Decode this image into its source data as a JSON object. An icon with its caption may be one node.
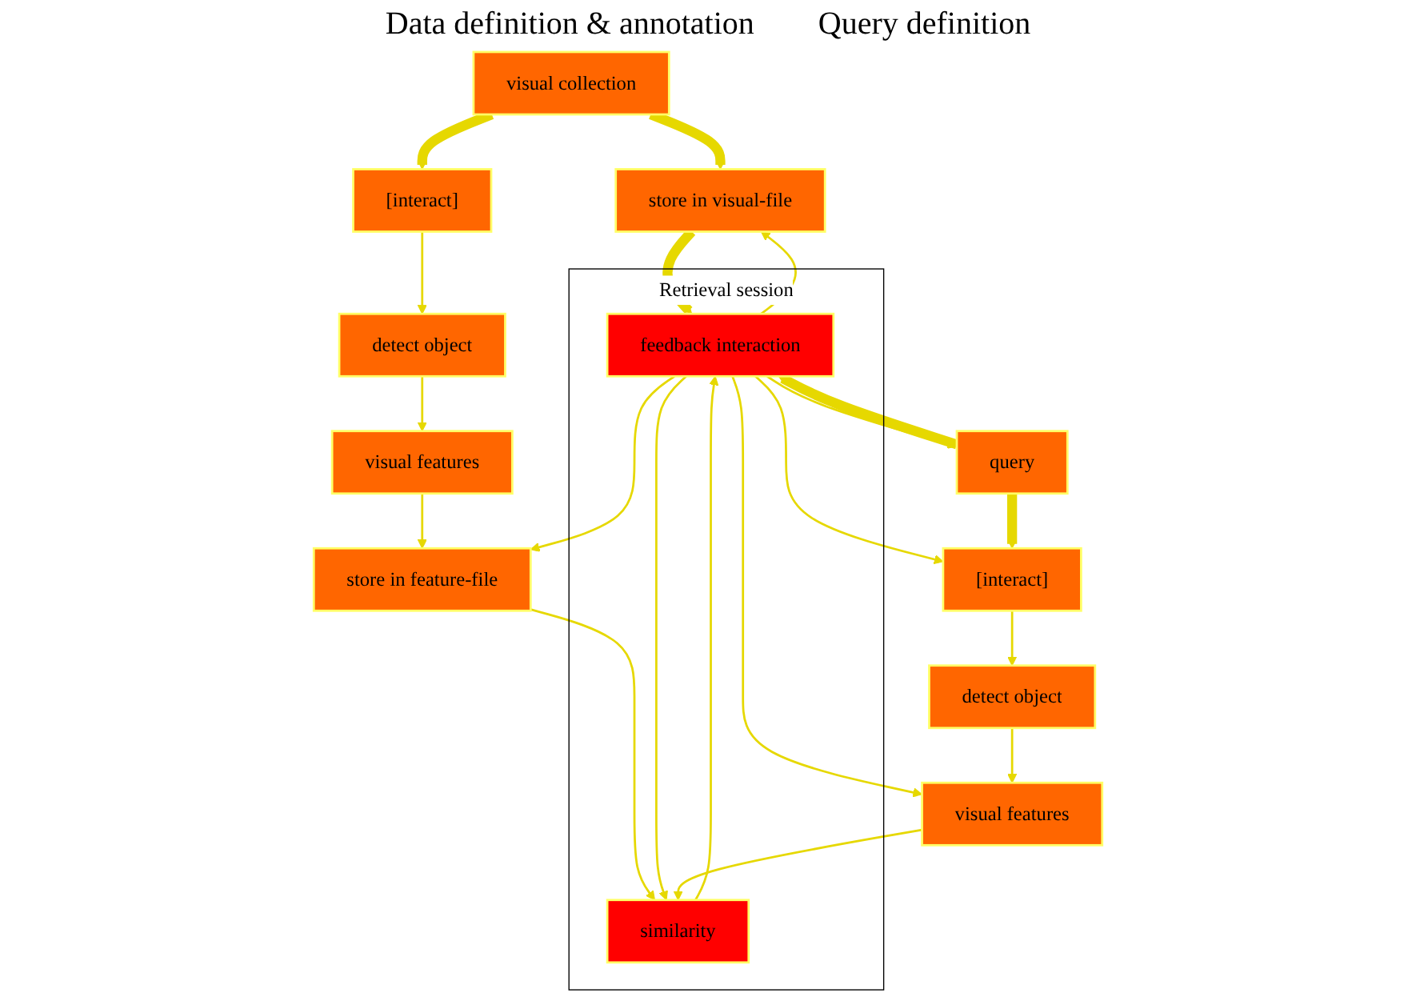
{
  "diagram": {
    "nodes": [
      {
        "text": [
          "visual collection"
        ]
      },
      {
        "text": [
          "store in visual-file"
        ]
      },
      {
        "text": [
          "[interact]"
        ]
      },
      {
        "text": [
          "detect object"
        ]
      },
      {
        "text": [
          "visual features"
        ]
      },
      {
        "text": [
          "store in feature-file"
        ]
      },
      {
        "text": [
          "Retrieval session"
        ]
      },
      {
        "text": [
          "similarity"
        ],
        "in": 6
      },
      {
        "text": [
          "feedback interaction"
        ],
        "in": 6
      },
      {
        "text": [
          "[interact]"
        ]
      },
      {
        "text": [
          "detect object"
        ]
      },
      {
        "text": [
          "visual features"
        ]
      },
      {
        "text": [
          "query"
        ]
      }
    ],
    "edges": [
      {
        "from": 0,
        "to": 1,
        "arrow": "to",
        "style": "thick"
      },
      {
        "from": 0,
        "to": 2,
        "arrow": "to",
        "style": "thick"
      },
      {
        "from": 1,
        "to": 8,
        "arrow": "to",
        "style": "thick"
      },
      {
        "from": 2,
        "to": 3,
        "arrow": "to"
      },
      {
        "from": 3,
        "to": 4,
        "arrow": "to"
      },
      {
        "from": 4,
        "to": 5,
        "arrow": "to"
      },
      {
        "from": 5,
        "to": 7,
        "arrow": "to"
      },
      {
        "from": 7,
        "to": 8,
        "arrow": "to"
      },
      {
        "from": 8,
        "to": 1,
        "arrow": "to"
      },
      {
        "from": 8,
        "to": 5,
        "arrow": "to"
      },
      {
        "from": 8,
        "to": 7,
        "arrow": "to"
      },
      {
        "from": 8,
        "to": 9,
        "arrow": "to"
      },
      {
        "from": 8,
        "to": 11,
        "arrow": "to"
      },
      {
        "from": 8,
        "to": 12,
        "arrow": "to"
      },
      {
        "from": 9,
        "to": 10,
        "arrow": "to"
      },
      {
        "from": 10,
        "to": 11,
        "arrow": "to"
      },
      {
        "from": 11,
        "to": 7,
        "arrow": "to"
      },
      {
        "from": 12,
        "to": 9,
        "arrow": "to",
        "style": "thick"
      },
      {
        "from": 12,
        "to": 8,
        "arrow": "to",
        "style": "thick"
      }
    ],
    "labels": [
      "Data definition & annotation",
      "Query definition"
    ]
  }
}
